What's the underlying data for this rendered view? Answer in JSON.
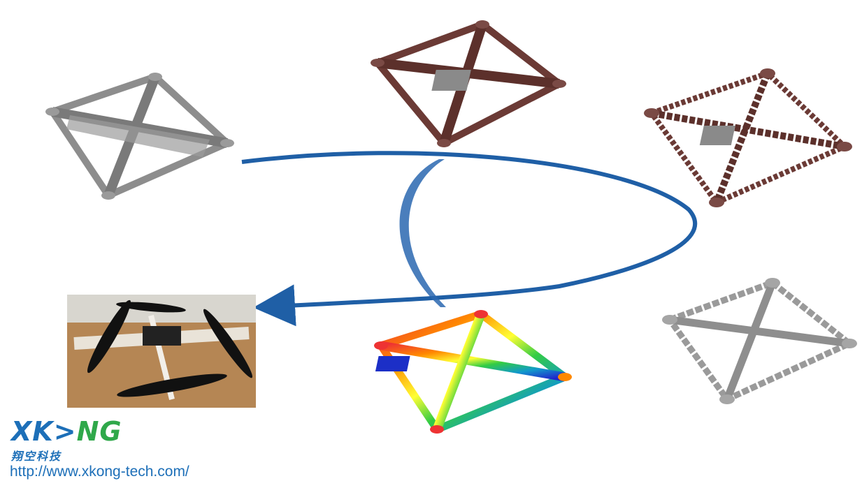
{
  "logo": {
    "mark_blue": "XK",
    "mark_green": "NG",
    "subtitle": "翔空科技",
    "url": "http://www.xkong-tech.com/"
  },
  "colors": {
    "arrow": "#1f5fa6",
    "gray_model": "#8a8a8a",
    "brown_model": "#6b3a35",
    "logo_blue": "#1d6fb8",
    "logo_green": "#2fa84a",
    "photo_wood": "#b58654"
  }
}
